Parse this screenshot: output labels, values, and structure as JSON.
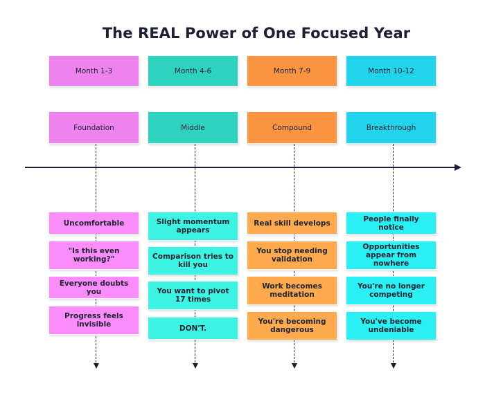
{
  "title": "The REAL Power of One Focused Year",
  "colors": {
    "pink": "#ee82ee",
    "pink_light": "#fb8cfb",
    "teal": "#2ed3c0",
    "teal_light": "#3df4e4",
    "orange": "#fa9440",
    "orange_light": "#ffaa4f",
    "cyan": "#22d3ec",
    "cyan_light": "#2af0f4"
  },
  "phases": [
    {
      "period": "Month 1-3",
      "stage": "Foundation",
      "items": [
        "Uncomfortable",
        "\"Is this even working?\"",
        "Everyone doubts you",
        "Progress feels invisible"
      ]
    },
    {
      "period": "Month 4-6",
      "stage": "Middle",
      "items": [
        "Slight momentum appears",
        "Comparison tries to kill you",
        "You want to pivot 17 times",
        "DON'T."
      ]
    },
    {
      "period": "Month 7-9",
      "stage": "Compound",
      "items": [
        "Real skill develops",
        "You stop needing validation",
        "Work becomes meditation",
        "You're becoming dangerous"
      ]
    },
    {
      "period": "Month 10-12",
      "stage": "Breakthrough",
      "items": [
        "People finally notice",
        "Opportunities appear from nowhere",
        "You're no longer competing",
        "You've become undeniable"
      ]
    }
  ]
}
